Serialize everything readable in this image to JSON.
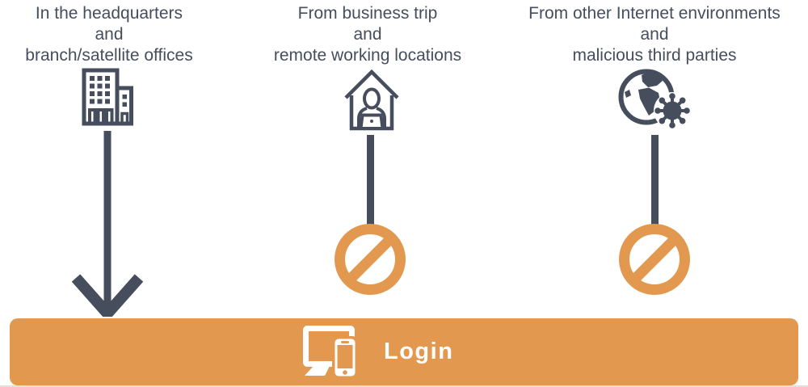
{
  "colors": {
    "dark": "#464D5C",
    "orange": "#E2994F",
    "white": "#ffffff"
  },
  "columns": [
    {
      "id": "headquarters",
      "lines": [
        "In the headquarters",
        "and",
        "branch/satellite offices"
      ],
      "icon": "office-building-icon",
      "access": "allowed",
      "connector": "arrow-down"
    },
    {
      "id": "business-trip",
      "lines": [
        "From business trip",
        "and",
        "remote working locations"
      ],
      "icon": "home-teleworker-icon",
      "access": "blocked",
      "connector": "line-with-prohibition-sign"
    },
    {
      "id": "internet-threats",
      "lines": [
        "From other Internet environments",
        "and",
        "malicious third parties"
      ],
      "icon": "globe-malware-icon",
      "access": "blocked",
      "connector": "line-with-prohibition-sign"
    }
  ],
  "login_bar": {
    "label": "Login",
    "icon": "devices-icon"
  }
}
